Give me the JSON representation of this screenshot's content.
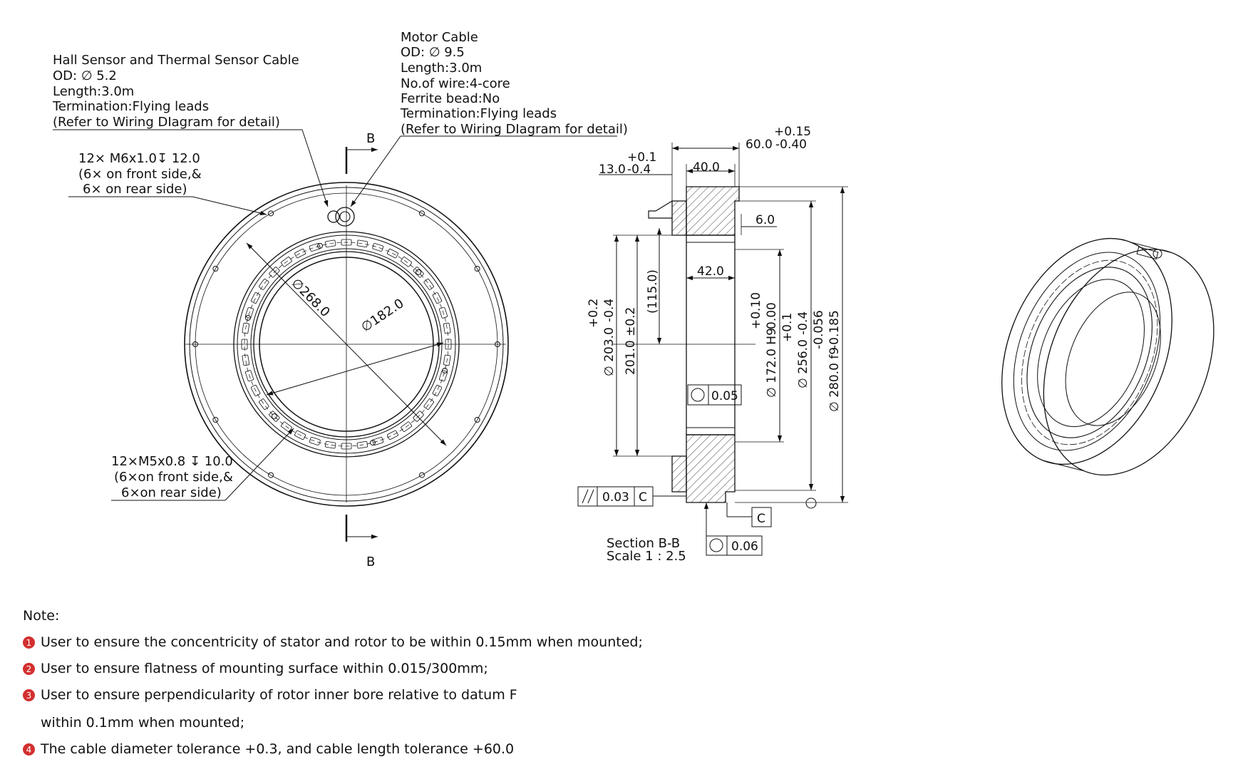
{
  "hall_cable": {
    "lines": [
      "Hall  Sensor and Thermal Sensor Cable",
      "OD: ∅ 5.2",
      "Length:3.0m",
      "Termination:Flying leads",
      "(Refer to Wiring DIagram for detail)"
    ]
  },
  "motor_cable": {
    "lines": [
      "Motor Cable",
      "OD:  ∅ 9.5",
      "Length:3.0m",
      "No.of wire:4-core",
      "Ferrite bead:No",
      "Termination:Flying leads",
      "(Refer to Wiring DIagram for detail)"
    ]
  },
  "m6_callout": {
    "lines": [
      "12× M6x1.0↧ 12.0",
      "(6× on front side,&",
      "6× on rear side)"
    ]
  },
  "m5_callout": {
    "lines": [
      "12×M5x0.8 ↧ 10.0",
      "(6×on front side,&",
      "6×on rear side)"
    ]
  },
  "section_marks": {
    "top": "B",
    "bottom": "B"
  },
  "front_view": {
    "dia_outer": "∅268.0",
    "dia_inner": "∅182.0"
  },
  "section": {
    "width_total": "60.0",
    "width_total_tol_upper": "+0.15",
    "width_total_tol_lower": "-0.40",
    "width_40": "40.0",
    "offset_13": "13.0",
    "offset_13_tol_upper": "+0.1",
    "offset_13_tol_lower": "-0.4",
    "dim_6": "6.0",
    "dim_42": "42.0",
    "dim_115": "(115.0)",
    "dia_203": "∅ 203.0",
    "dia_203_tol_upper": "+0.2",
    "dia_203_tol_lower": "-0.4",
    "dim_201": "201.0 ±0.2",
    "dia_172": "∅ 172.0 H9",
    "dia_172_tol_upper": "+0.10",
    "dia_172_tol_lower": "0.00",
    "dia_256": "∅ 256.0",
    "dia_256_tol_upper": "+0.1",
    "dia_256_tol_lower": "-0.4",
    "dia_280": "∅ 280.0 f9",
    "dia_280_tol_upper": "-0.056",
    "dia_280_tol_lower": "-0.185",
    "round_tol": "0.05",
    "parallel_tol": "0.03",
    "parallel_datum": "C",
    "datum": "C",
    "conc_tol": "0.06",
    "title": "Section B-B",
    "scale": "Scale 1 : 2.5"
  },
  "notes": {
    "title": "Note:",
    "items": [
      {
        "num": "1",
        "text": "User to ensure the concentricity of stator and rotor to be within 0.15mm when mounted;"
      },
      {
        "num": "2",
        "text": "User to ensure flatness of mounting surface within 0.015/300mm;"
      },
      {
        "num": "3",
        "text": "User to ensure perpendicularity of rotor inner bore relative to datum F",
        "cont": "within 0.1mm when mounted;"
      },
      {
        "num": "4",
        "text": "The cable diameter tolerance +0.3, and cable length tolerance +60.0"
      }
    ]
  }
}
